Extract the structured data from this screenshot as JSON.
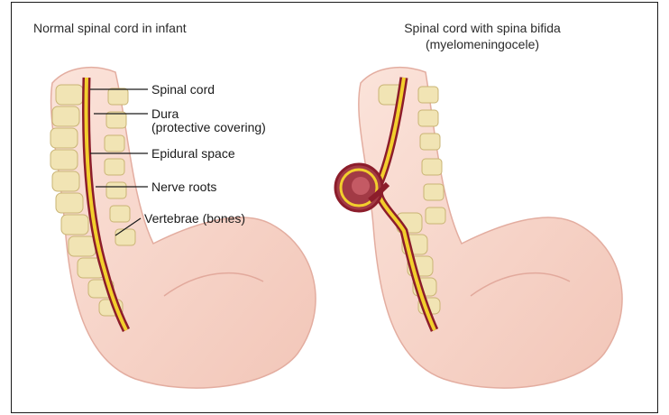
{
  "panels": [
    {
      "title": "Normal spinal cord in infant",
      "labels": {
        "spinal_cord": "Spinal cord",
        "dura": "Dura",
        "dura_note": "(protective covering)",
        "epidural_space": "Epidural space",
        "nerve_roots": "Nerve roots",
        "vertebrae": "Vertebrae (bones)"
      }
    },
    {
      "title_line1": "Spinal cord with spina bifida",
      "title_line2": "(myelomeningocele)"
    }
  ],
  "colors": {
    "skin": "#f6d3c6",
    "skin_shade": "#e9b3a6",
    "bone": "#f1e4b4",
    "disc": "#cdd4de",
    "cord": "#f2cf2d",
    "dura": "#8c1d2b",
    "frame": "#1a1a1a"
  }
}
